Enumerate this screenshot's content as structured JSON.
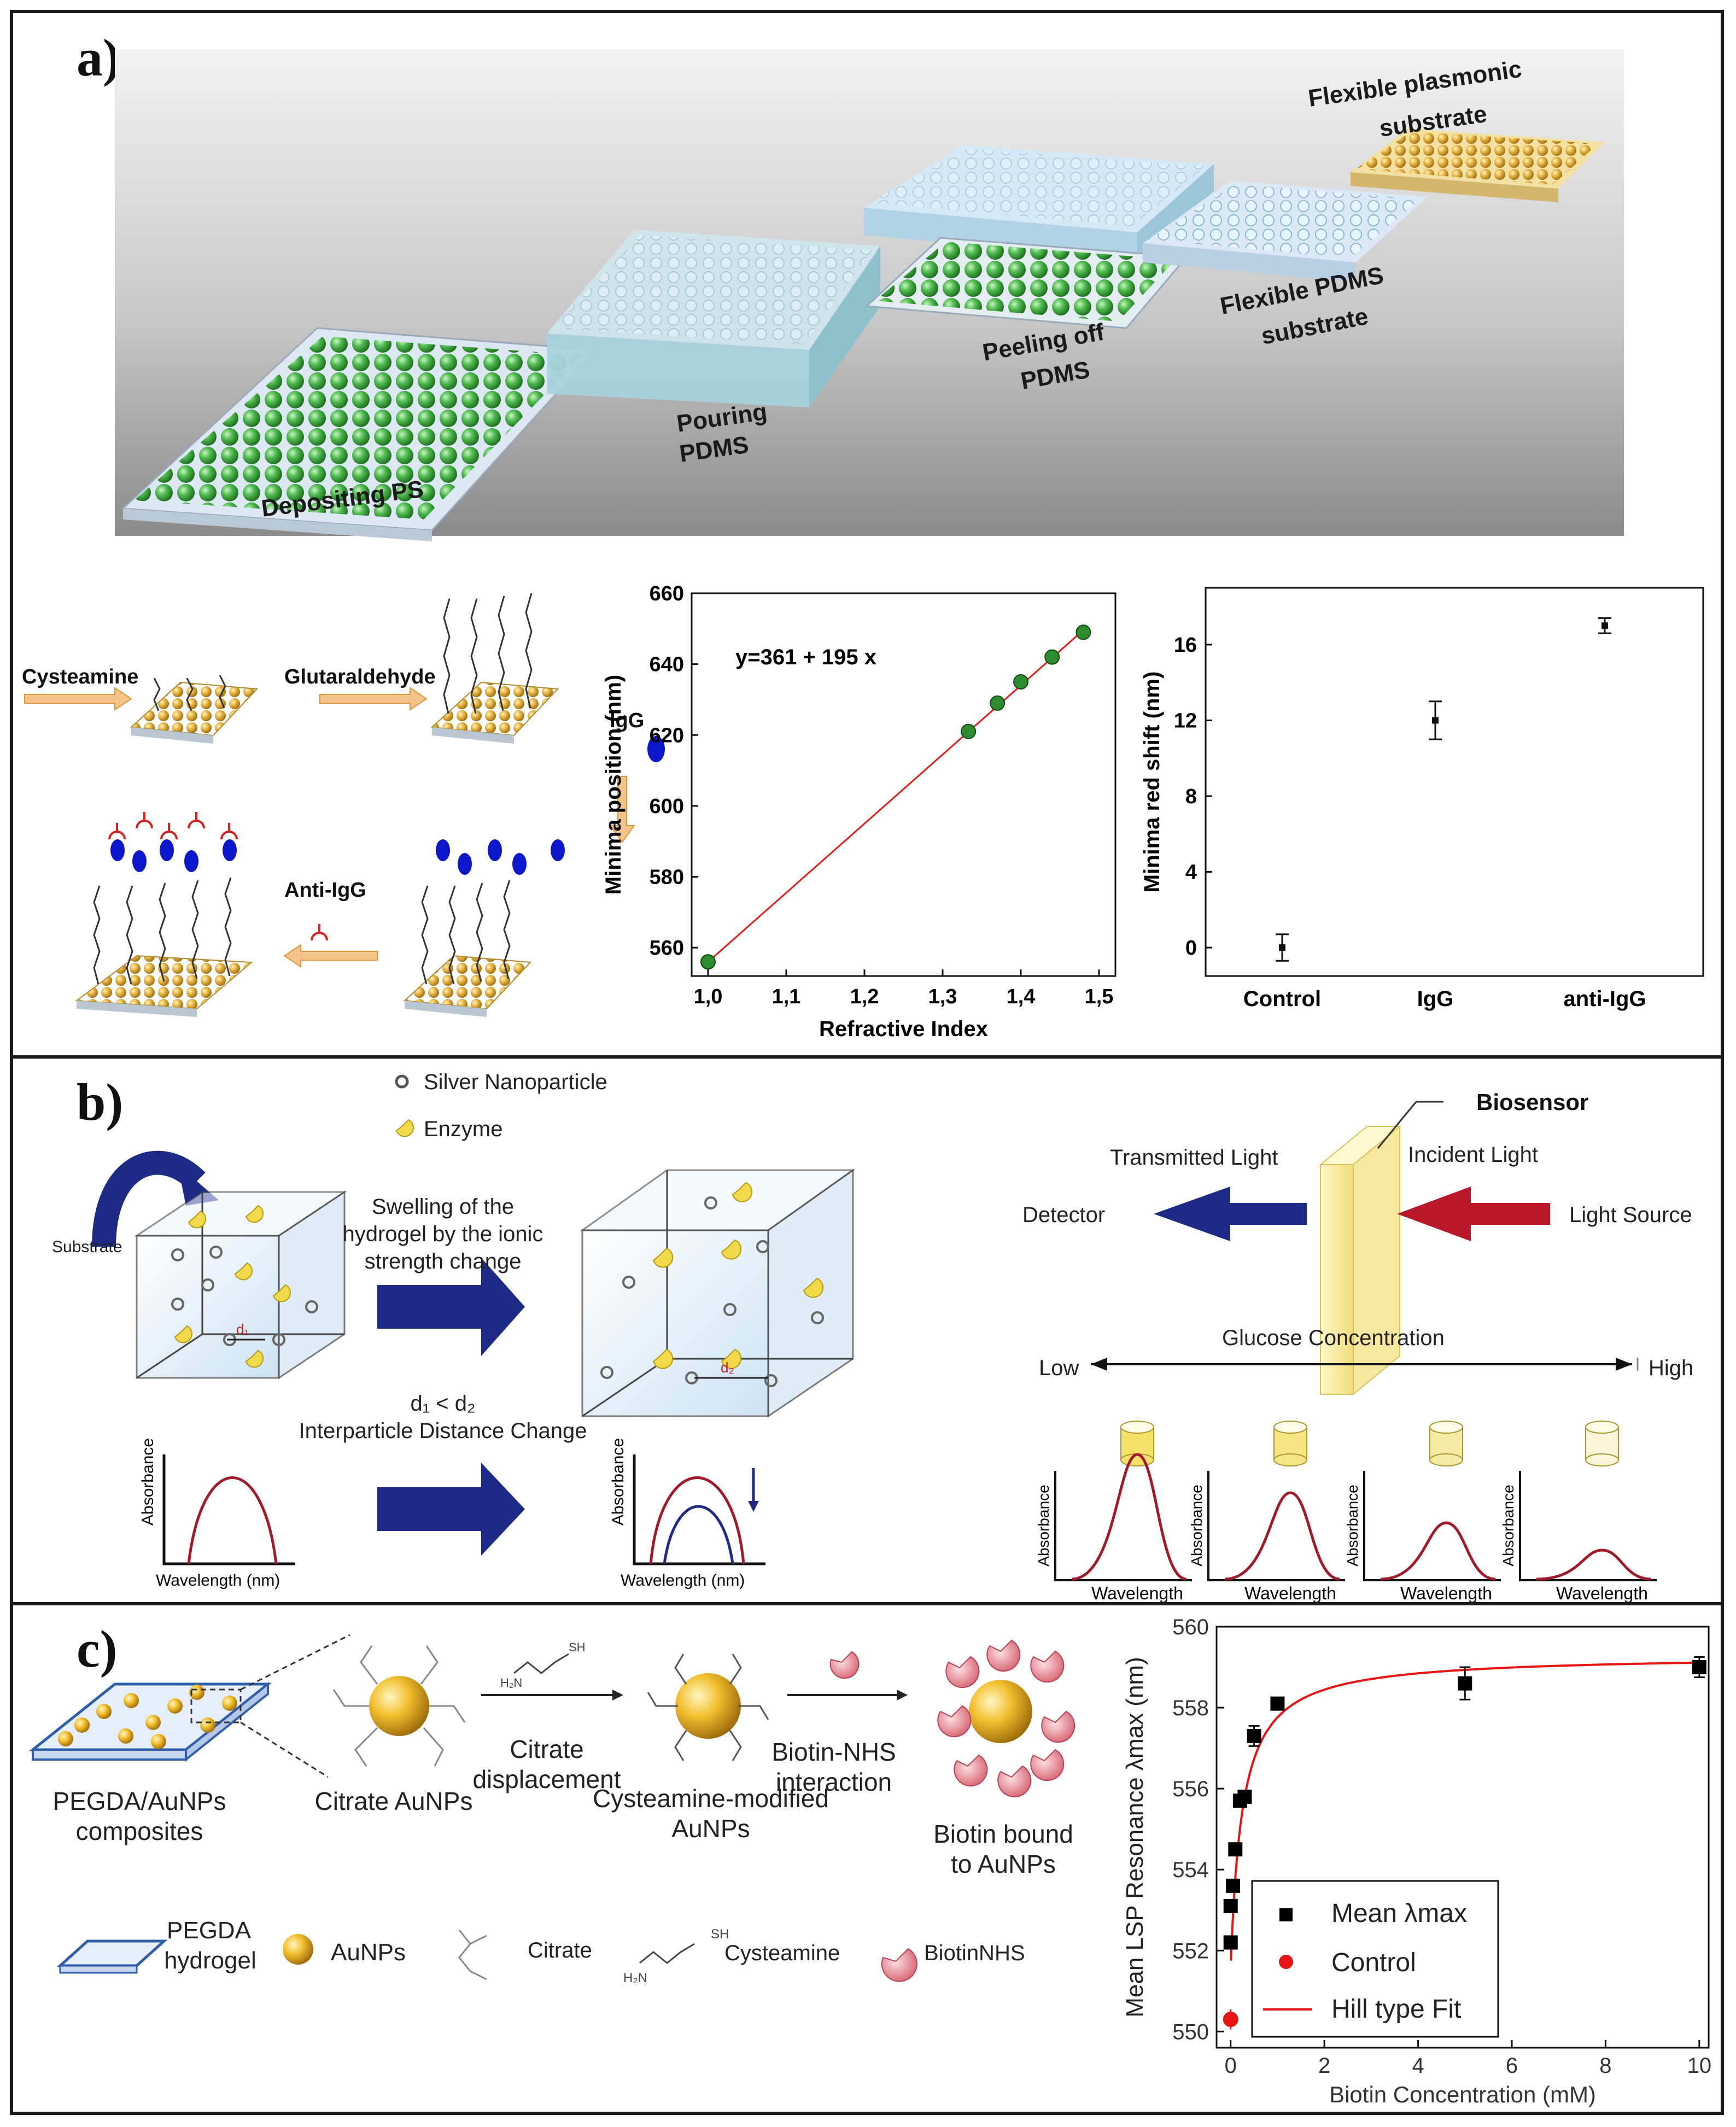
{
  "panel_a": {
    "letter": "a)",
    "fabrication_steps": [
      "Depositing PS",
      "Pouring PDMS",
      "Peeling off PDMS",
      "Flexible PDMS substrate",
      "Flexible plasmonic substrate"
    ],
    "functionalization": {
      "cysteamine": "Cysteamine",
      "glutaraldehyde": "Glutaraldehyde",
      "igg": "IgG",
      "anti_igg": "Anti-IgG"
    }
  },
  "panel_b": {
    "letter": "b)",
    "legend_silver": "Silver Nanoparticle",
    "legend_enzyme": "Enzyme",
    "substrate": "Substrate",
    "swelling_text": [
      "Swelling of the",
      "hydrogel by the ionic",
      "strength change"
    ],
    "d1_label": "d₁",
    "d2_label": "d₂",
    "distance_relation": "d₁ < d₂",
    "distance_change": "Interparticle Distance Change",
    "absorbance": "Absorbance",
    "wavelength_nm": "Wavelength (nm)",
    "wavelength": "Wavelength",
    "biosensor": "Biosensor",
    "transmitted": "Transmitted  Light",
    "incident": "Incident Light",
    "detector": "Detector",
    "light_source": "Light Source",
    "glucose": "Glucose  Concentration",
    "low": "Low",
    "high": "High"
  },
  "panel_c": {
    "letter": "c)",
    "composites": [
      "PEGDA/AuNPs",
      "composites"
    ],
    "citrate_aunps": "Citrate AuNPs",
    "citrate_displacement": [
      "Citrate",
      "displacement"
    ],
    "cysteamine_modified": [
      "Cysteamine-modified",
      "AuNPs"
    ],
    "biotin_nhs_interaction": [
      "Biotin-NHS",
      "interaction"
    ],
    "biotin_bound": [
      "Biotin bound",
      "to AuNPs"
    ],
    "sh": "SH",
    "h2n": "H₂N",
    "legend_pegda": [
      "PEGDA",
      "hydrogel"
    ],
    "legend_aunps": "AuNPs",
    "legend_citrate": "Citrate",
    "legend_cysteamine": "Cysteamine",
    "legend_biotin": "BiotinNHS"
  },
  "chart_data": [
    {
      "type": "scatter",
      "xlabel": "Refractive Index",
      "ylabel": "Minima position (nm)",
      "annotation": "y=361 + 195 x",
      "x_ticks": [
        "1,0",
        "1,1",
        "1,2",
        "1,3",
        "1,4",
        "1,5"
      ],
      "y_ticks": [
        "560",
        "580",
        "600",
        "620",
        "640",
        "660"
      ],
      "xlim": [
        1.0,
        1.5
      ],
      "ylim": [
        552,
        660
      ],
      "points": [
        {
          "x": 1.0,
          "y": 556
        },
        {
          "x": 1.333,
          "y": 621
        },
        {
          "x": 1.37,
          "y": 629
        },
        {
          "x": 1.4,
          "y": 635
        },
        {
          "x": 1.44,
          "y": 642
        },
        {
          "x": 1.48,
          "y": 649
        }
      ],
      "fit": {
        "intercept": 361,
        "slope": 195
      },
      "colors": {
        "point": "#2e8b2e",
        "fit": "#e0201a"
      }
    },
    {
      "type": "scatter",
      "xlabel": "",
      "ylabel": "Minima red shift (nm)",
      "categories": [
        "Control",
        "IgG",
        "anti-IgG"
      ],
      "values": [
        0,
        12,
        17
      ],
      "errors": [
        0.7,
        1.0,
        0.4
      ],
      "y_ticks": [
        "0",
        "4",
        "8",
        "12",
        "16"
      ],
      "ylim": [
        -1.5,
        19
      ]
    },
    {
      "type": "scatter",
      "xlabel": "Biotin Concentration (mM)",
      "ylabel": "Mean LSP Resonance λmax (nm)",
      "x_ticks": [
        "0",
        "2",
        "4",
        "6",
        "8",
        "10"
      ],
      "y_ticks": [
        "550",
        "552",
        "554",
        "556",
        "558",
        "560"
      ],
      "xlim": [
        -0.3,
        10.2
      ],
      "ylim": [
        549.6,
        560
      ],
      "series": [
        {
          "name": "Mean λmax",
          "x": [
            0,
            0,
            0.05,
            0.1,
            0.2,
            0.3,
            0.5,
            1,
            5,
            10
          ],
          "y": [
            552.2,
            553.1,
            553.6,
            554.5,
            555.7,
            555.8,
            557.3,
            558.1,
            558.6,
            559.0
          ],
          "err": [
            0,
            0.15,
            0.15,
            0.15,
            0.15,
            0.15,
            0.25,
            0.1,
            0.4,
            0.25
          ]
        },
        {
          "name": "Control",
          "x": [
            0
          ],
          "y": [
            550.3
          ],
          "err": [
            0.25
          ]
        },
        {
          "name": "Hill type Fit"
        }
      ],
      "fit": {
        "base": 551.6,
        "amplitude": 7.7,
        "k": 0.25,
        "n": 1.0
      },
      "legend": [
        "Mean λmax",
        "Control",
        "Hill type Fit"
      ],
      "colors": {
        "mean": "#000000",
        "control": "#e81515",
        "fit": "#e81515"
      }
    }
  ]
}
